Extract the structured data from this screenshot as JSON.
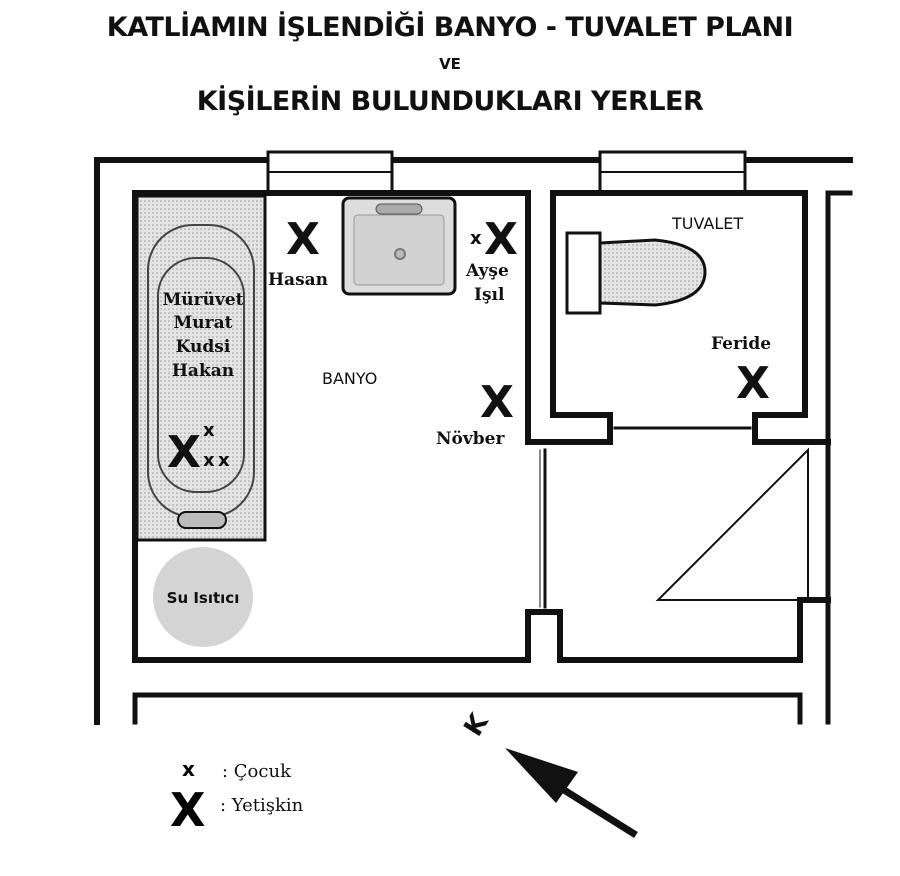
{
  "title": {
    "line1": "KATLİAMIN İŞLENDİĞİ BANYO - TUVALET PLANI",
    "line2": "VE",
    "line3": "KİŞİLERİN BULUNDUKLARI YERLER"
  },
  "rooms": {
    "bathroom": "BANYO",
    "toilet": "TUVALET",
    "water_heater": "Su Isıtıcı"
  },
  "people": {
    "hasan": "Hasan",
    "ayse": "Ayşe",
    "isil": "Işıl",
    "novber": "Növber",
    "feride": "Feride",
    "tub": [
      "Mürüvet",
      "Murat",
      "Kudsi",
      "Hakan"
    ]
  },
  "marks": {
    "small": "x",
    "large": "X"
  },
  "legend": {
    "child_symbol": "x",
    "child_label": ": Çocuk",
    "adult_symbol": "X",
    "adult_label": ": Yetişkin"
  },
  "north_arrow": {
    "label": "K"
  }
}
